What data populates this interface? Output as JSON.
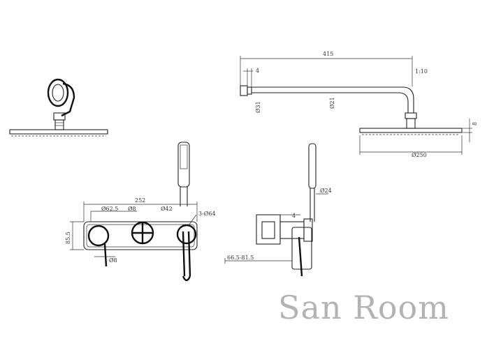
{
  "brand": {
    "text": "San Room"
  },
  "dimensions": {
    "arm_length": "415",
    "arm_small": "4",
    "arm_slope": "1:10",
    "arm_dia_left": "Ø31",
    "arm_dia_mid": "Ø21",
    "head_thickness": "8",
    "head_diameter": "Ø250",
    "panel_width": "252",
    "dia_62_5": "Ø62.5",
    "dia_8": "Ø8",
    "dia_42": "Ø42",
    "three_dia_64": "3-Ø64",
    "panel_height": "85.5",
    "handle_dia": "Ø8",
    "hose_dia": "Ø24",
    "side_small": "4",
    "depth_range": "66.5-81.5"
  }
}
